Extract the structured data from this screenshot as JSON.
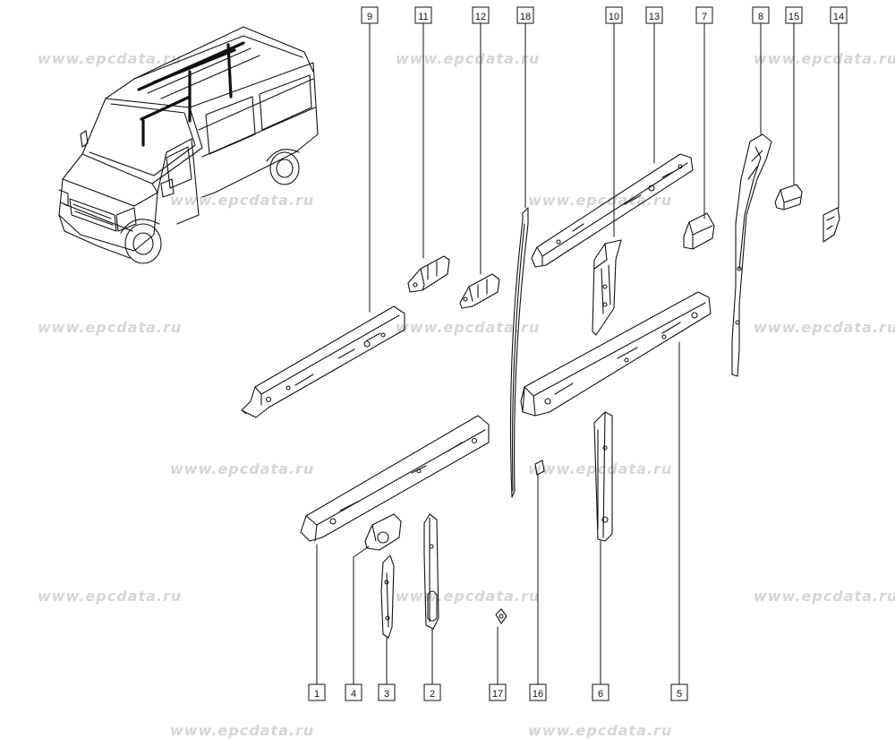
{
  "watermark": "www.epcdata.ru",
  "colors": {
    "ink": "#111111",
    "watermark": "#d6d6d6",
    "background": "#ffffff"
  },
  "callouts": [
    {
      "id": "c1",
      "label": "1"
    },
    {
      "id": "c2",
      "label": "2"
    },
    {
      "id": "c3",
      "label": "3"
    },
    {
      "id": "c4",
      "label": "4"
    },
    {
      "id": "c5",
      "label": "5"
    },
    {
      "id": "c6",
      "label": "6"
    },
    {
      "id": "c7",
      "label": "7"
    },
    {
      "id": "c8",
      "label": "8"
    },
    {
      "id": "c9",
      "label": "9"
    },
    {
      "id": "c10",
      "label": "10"
    },
    {
      "id": "c11",
      "label": "11"
    },
    {
      "id": "c12",
      "label": "12"
    },
    {
      "id": "c13",
      "label": "13"
    },
    {
      "id": "c14",
      "label": "14"
    },
    {
      "id": "c15",
      "label": "15"
    },
    {
      "id": "c16",
      "label": "16"
    },
    {
      "id": "c17",
      "label": "17"
    },
    {
      "id": "c18",
      "label": "18"
    }
  ]
}
